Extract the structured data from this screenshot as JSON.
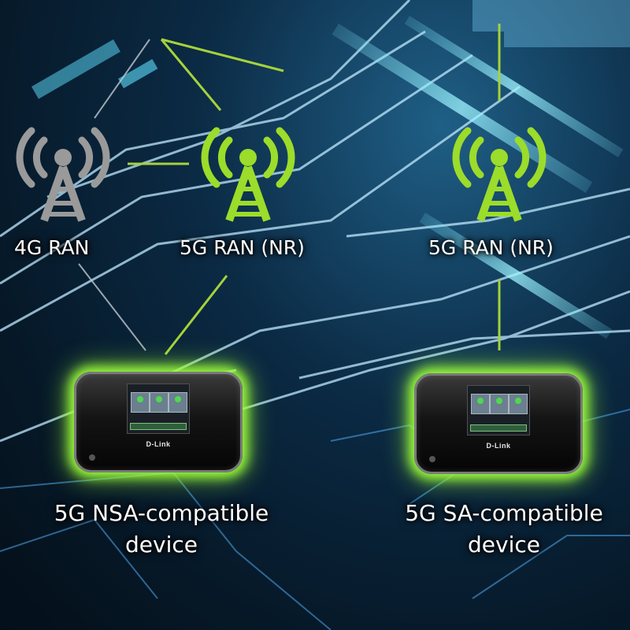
{
  "nodes": {
    "ran_4g": {
      "label": "4G RAN",
      "color": "#9a9a9a"
    },
    "ran_5g_nsa": {
      "label": "5G RAN (NR)",
      "color": "#9cdc2a"
    },
    "ran_5g_sa": {
      "label": "5G RAN (NR)",
      "color": "#9cdc2a"
    }
  },
  "devices": {
    "nsa": {
      "label_line1": "5G NSA-compatible",
      "label_line2": "device",
      "brand": "D-Link"
    },
    "sa": {
      "label_line1": "5G SA-compatible",
      "label_line2": "device",
      "brand": "D-Link"
    }
  },
  "colors": {
    "link": "#a6d23a",
    "device_glow": "#9cff3a",
    "circuit": "#4fc9ff"
  }
}
